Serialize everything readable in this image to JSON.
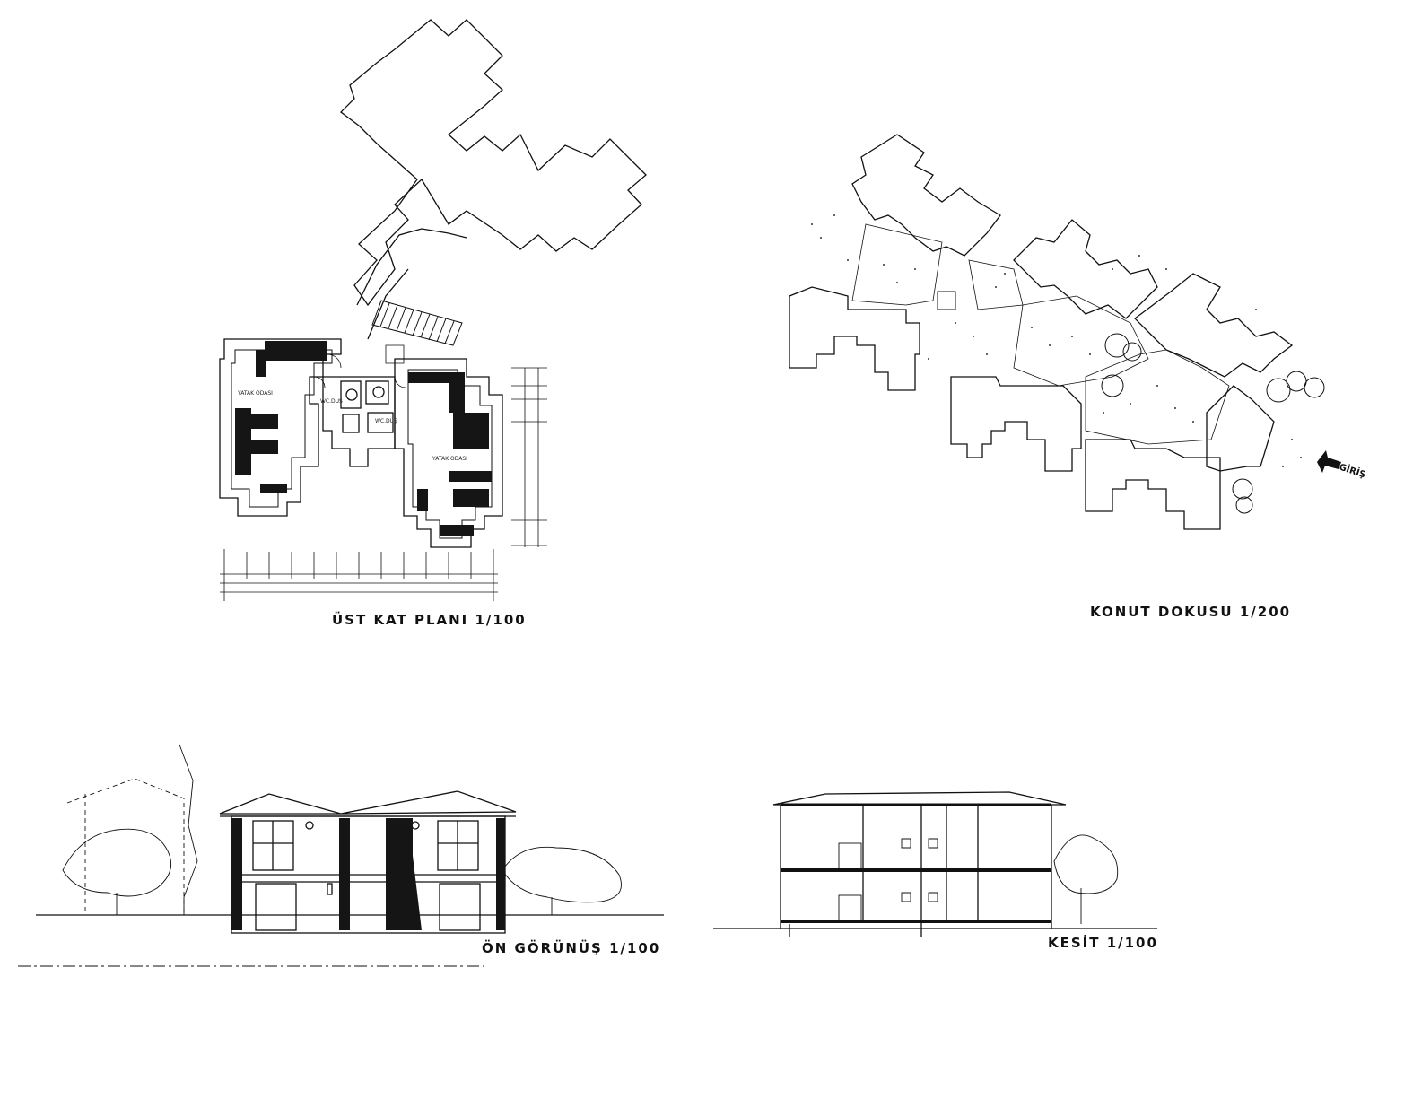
{
  "drawings": {
    "upper_floor_plan": {
      "title": "ÜST KAT PLANI 1/100",
      "room_bedroom_left": "YATAK ODASI",
      "room_bedroom_right": "YATAK ODASI",
      "room_wc_left": "WC.DUŞ",
      "room_wc_right": "WC.DUŞ"
    },
    "site_fabric": {
      "title": "KONUT DOKUSU   1/200",
      "entrance_label": "GİRİŞ"
    },
    "front_elevation": {
      "title": "ÖN GÖRÜNÜŞ 1/100"
    },
    "section": {
      "title": "KESİT 1/100"
    }
  },
  "colors": {
    "ink": "#111111",
    "paper": "#ffffff",
    "fill": "#151515"
  }
}
